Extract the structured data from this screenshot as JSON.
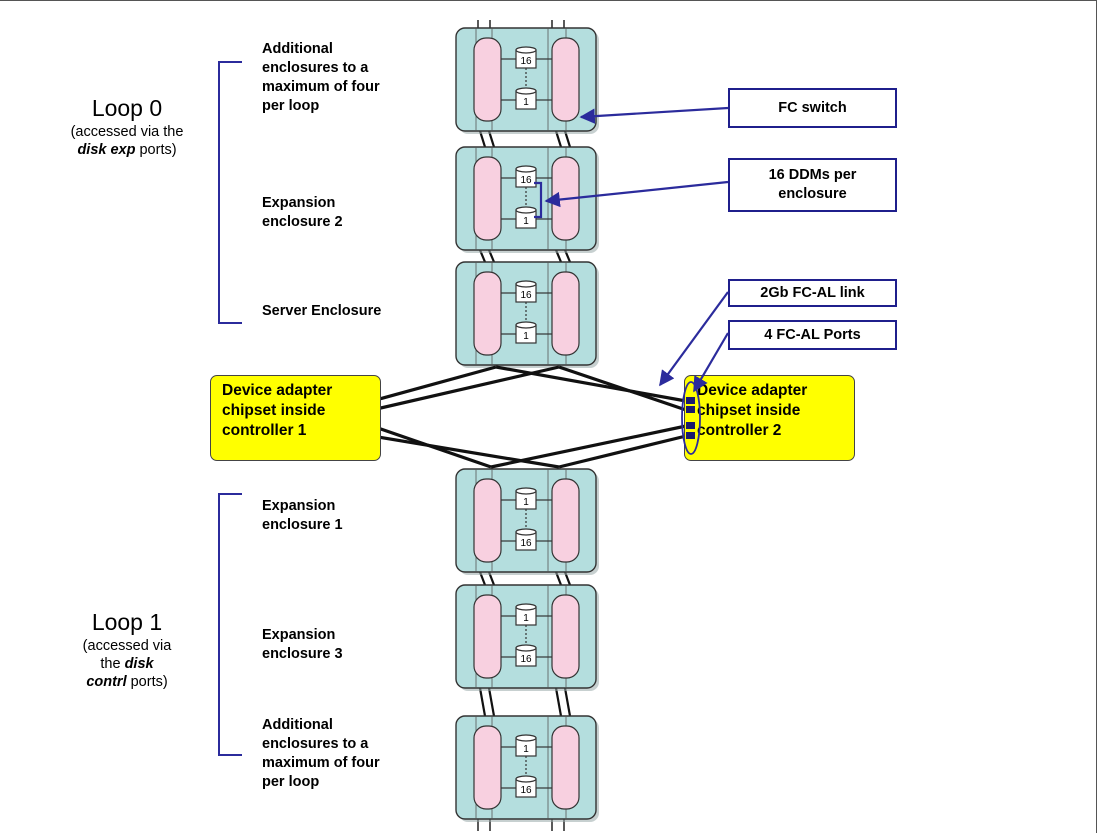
{
  "loop0": {
    "title": "Loop 0",
    "sub_line1": "(accessed via the",
    "sub_emph": "disk exp",
    "sub_tail": " ports)"
  },
  "loop1": {
    "title": "Loop 1",
    "sub_line1": "(accessed via",
    "sub_line2_pre": "the ",
    "sub_emph1": "disk",
    "sub_emph2": "contrl",
    "sub_tail": " ports)"
  },
  "labels": {
    "additional_top": [
      "Additional",
      "enclosures to a",
      "maximum of four",
      "per loop"
    ],
    "expansion2": [
      "Expansion",
      "enclosure 2"
    ],
    "server": "Server Enclosure",
    "expansion1": [
      "Expansion",
      "enclosure 1"
    ],
    "expansion3": [
      "Expansion",
      "enclosure 3"
    ],
    "additional_bottom": [
      "Additional",
      "enclosures to a",
      "maximum of four",
      "per loop"
    ]
  },
  "callouts": {
    "fc_switch": "FC switch",
    "ddms": [
      "16 DDMs per",
      "enclosure"
    ],
    "link": "2Gb FC-AL link",
    "ports": "4 FC-AL Ports"
  },
  "adapters": {
    "controller1": [
      "Device adapter",
      "chipset inside",
      "controller 1"
    ],
    "controller2": [
      "Device adapter",
      "chipset inside",
      "controller 2"
    ]
  },
  "disk_numbers": {
    "upper": [
      "16",
      "1"
    ],
    "lower": [
      "1",
      "16"
    ]
  },
  "colors": {
    "enclosure": "#b4dede",
    "switch": "#f8d0e0",
    "adapter": "#ffff00",
    "callout_border": "#1f1f8c",
    "arrow": "#2b2b9c",
    "port": "#1a1a6e"
  }
}
